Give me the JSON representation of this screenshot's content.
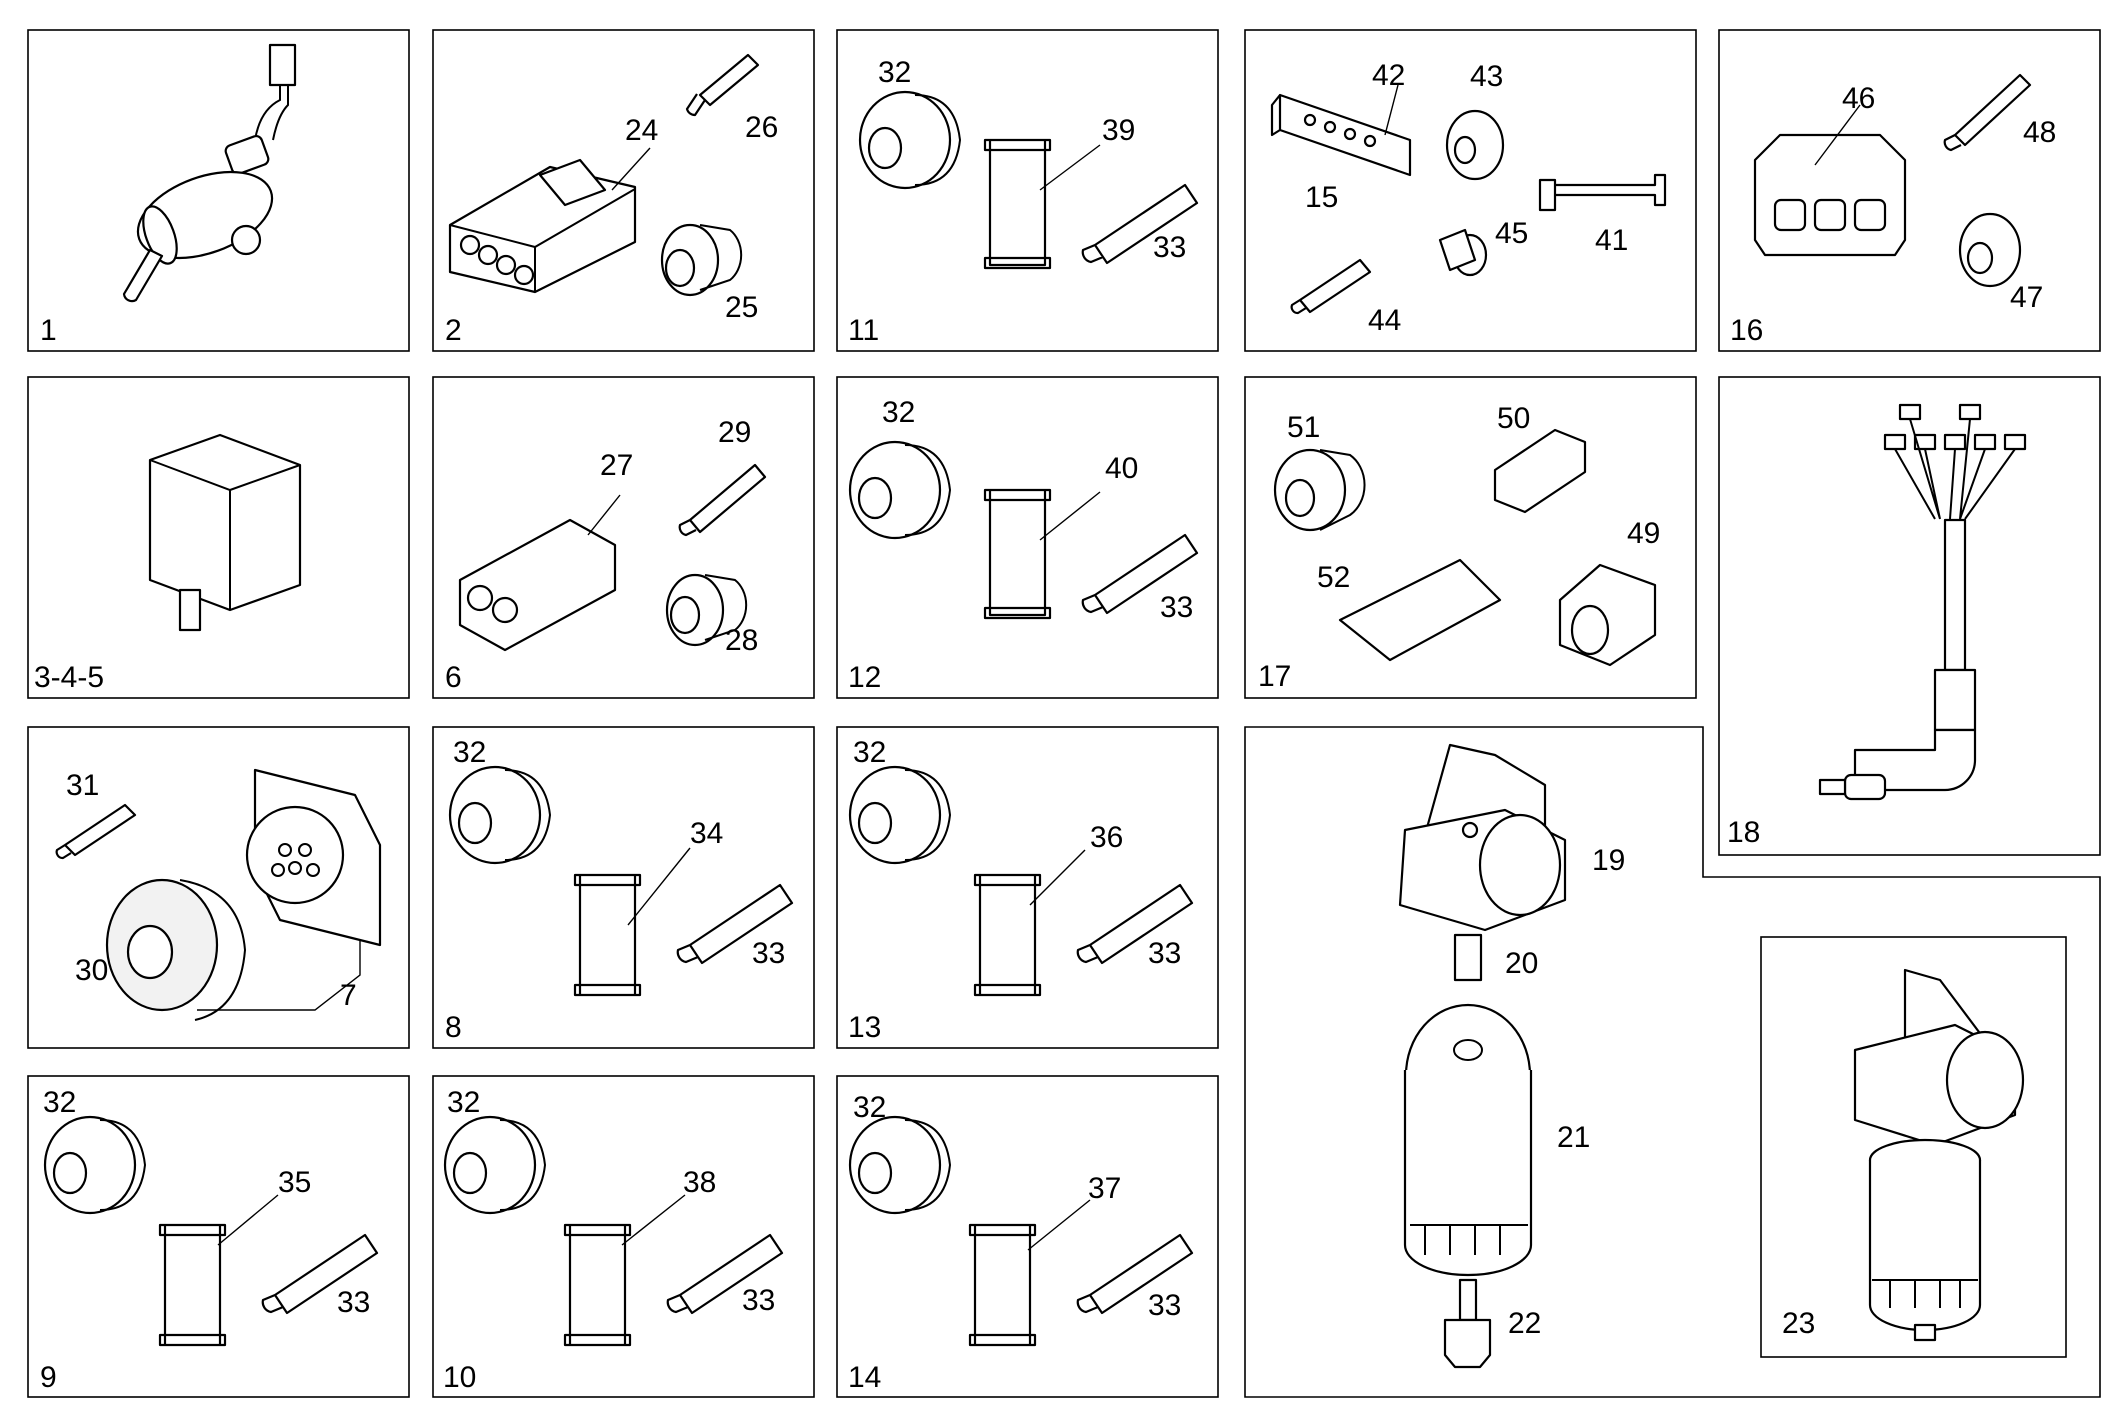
{
  "panels": {
    "p1": {
      "number": "1",
      "callouts": []
    },
    "p2": {
      "number": "2",
      "callouts": [
        "24",
        "26",
        "25"
      ]
    },
    "p11": {
      "number": "11",
      "callouts": [
        "32",
        "39",
        "33"
      ]
    },
    "p15": {
      "callouts": [
        "42",
        "43",
        "15",
        "41",
        "45",
        "44"
      ]
    },
    "p16": {
      "number": "16",
      "callouts": [
        "46",
        "48",
        "47"
      ]
    },
    "p345": {
      "number": "3-4-5",
      "callouts": []
    },
    "p6": {
      "number": "6",
      "callouts": [
        "29",
        "27",
        "28"
      ]
    },
    "p12": {
      "number": "12",
      "callouts": [
        "32",
        "40",
        "33"
      ]
    },
    "p17": {
      "number": "17",
      "callouts": [
        "51",
        "50",
        "52",
        "49"
      ]
    },
    "p18": {
      "number": "18",
      "callouts": []
    },
    "p7": {
      "number": "7",
      "callouts": [
        "31",
        "30"
      ]
    },
    "p8": {
      "number": "8",
      "callouts": [
        "32",
        "34",
        "33"
      ]
    },
    "p13": {
      "number": "13",
      "callouts": [
        "32",
        "36",
        "33"
      ]
    },
    "p19": {
      "callouts": [
        "19",
        "20",
        "21",
        "22"
      ]
    },
    "p23": {
      "callouts": [
        "23"
      ]
    },
    "p9": {
      "number": "9",
      "callouts": [
        "32",
        "35",
        "33"
      ]
    },
    "p10": {
      "number": "10",
      "callouts": [
        "32",
        "38",
        "33"
      ]
    },
    "p14": {
      "number": "14",
      "callouts": [
        "32",
        "37",
        "33"
      ]
    }
  }
}
